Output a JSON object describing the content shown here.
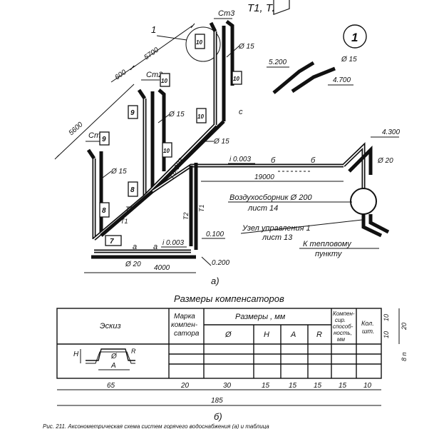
{
  "header": {
    "title": "T1, T2"
  },
  "risers": {
    "st1": "Ст1",
    "st2": "Ст2",
    "st3": "Ст3"
  },
  "floors": {
    "f7": "7",
    "f8": "8",
    "f9": "9",
    "f10": "10"
  },
  "callouts": {
    "leader_1": "1",
    "circle_1": "1"
  },
  "dims": {
    "d5700": "5700",
    "d600": "600",
    "d5600": "5600",
    "d19000": "19000",
    "d4000": "4000",
    "d15_a": "Ø 15",
    "d15_b": "Ø 15",
    "d15_c": "Ø 15",
    "d15_d": "Ø 15",
    "d15_e": "Ø 15",
    "d20_main": "Ø 20",
    "d20_bottom": "Ø 20",
    "el_5200": "5.200",
    "el_4700": "4.700",
    "el_4300": "4.300",
    "el_0100": "0.100",
    "el_0200": "0.200",
    "slope1": "i 0.003",
    "slope2": "i 0.003",
    "slope3": "i 0.003",
    "pipe_t1": "T1",
    "pipe_t2": "T2",
    "pipe_t2_b": "T2",
    "pipe_t1_b": "T1",
    "break_a1": "a",
    "break_a2": "a",
    "break_b1": "б",
    "break_b2": "б",
    "letter_c": "с"
  },
  "notes": {
    "air_collector": "Воздухосборник Ø 200",
    "air_sheet": "лист 14",
    "node": "Узел управления 1",
    "node_sheet": "лист 13",
    "heat_point": "К тепловому",
    "heat_point2": "пункту"
  },
  "captions": {
    "a": "а)",
    "b": "б)"
  },
  "table": {
    "title": "Размеры   компенсаторов",
    "col_sketch": "Эскиз",
    "col_mark": [
      "Марка",
      "компен-",
      "сатора"
    ],
    "col_dims": "Размеры , мм",
    "col_comp": [
      "Компен-",
      "сир.",
      "способ-",
      "ность,",
      "мм"
    ],
    "col_qty": [
      "Кол.",
      "шт."
    ],
    "sub_d": "Ø",
    "sub_h": "H",
    "sub_a": "A",
    "sub_r": "R",
    "sketch_h": "H",
    "sketch_d": "Ø",
    "sketch_a": "A",
    "sketch_r": "R",
    "widths": [
      "65",
      "20",
      "30",
      "15",
      "15",
      "15",
      "15",
      "10"
    ],
    "total": "185",
    "row_heights": [
      "10",
      "10",
      "20"
    ],
    "side_note": "8 n"
  },
  "footer": {
    "caption": "Рис. 211. Аксонометрическая схема систем горячего водоснабжения (а) и таблица"
  }
}
